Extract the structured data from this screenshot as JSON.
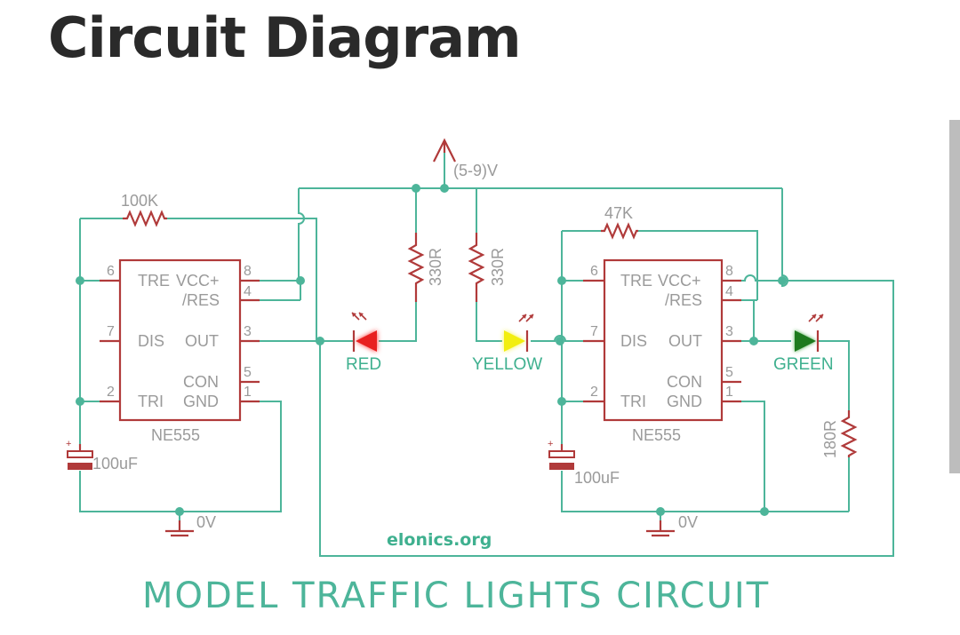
{
  "page": {
    "title": "Circuit Diagram"
  },
  "diagram": {
    "supply": "(5-9)V",
    "ground_label": "0V",
    "website": "elonics.org",
    "caption": "MODEL TRAFFIC LIGHTS CIRCUIT",
    "ic_left": {
      "name": "NE555",
      "pins": {
        "tre": "TRE",
        "vcc": "VCC+",
        "res": "/RES",
        "dis": "DIS",
        "out": "OUT",
        "con": "CON",
        "tri": "TRI",
        "gnd": "GND"
      },
      "pin_numbers": {
        "p6": "6",
        "p7": "7",
        "p2": "2",
        "p8": "8",
        "p4": "4",
        "p3": "3",
        "p5": "5",
        "p1": "1"
      }
    },
    "ic_right": {
      "name": "NE555",
      "pins": {
        "tre": "TRE",
        "vcc": "VCC+",
        "res": "/RES",
        "dis": "DIS",
        "out": "OUT",
        "con": "CON",
        "tri": "TRI",
        "gnd": "GND"
      },
      "pin_numbers": {
        "p6": "6",
        "p7": "7",
        "p2": "2",
        "p8": "8",
        "p4": "4",
        "p3": "3",
        "p5": "5",
        "p1": "1"
      }
    },
    "resistors": {
      "r_100k": "100K",
      "r_47k": "47K",
      "r_330_left": "330R",
      "r_330_right": "330R",
      "r_180": "180R"
    },
    "capacitors": {
      "c_left": "100uF",
      "c_right": "100uF"
    },
    "leds": {
      "red": {
        "label": "RED",
        "color": "#e82020"
      },
      "yellow": {
        "label": "YELLOW",
        "color": "#f2ee10"
      },
      "green": {
        "label": "GREEN",
        "color": "#1e7a1e"
      }
    },
    "colors": {
      "wire": "#4db59a",
      "component": "#b03a3a",
      "text": "#9a9a9a"
    }
  }
}
